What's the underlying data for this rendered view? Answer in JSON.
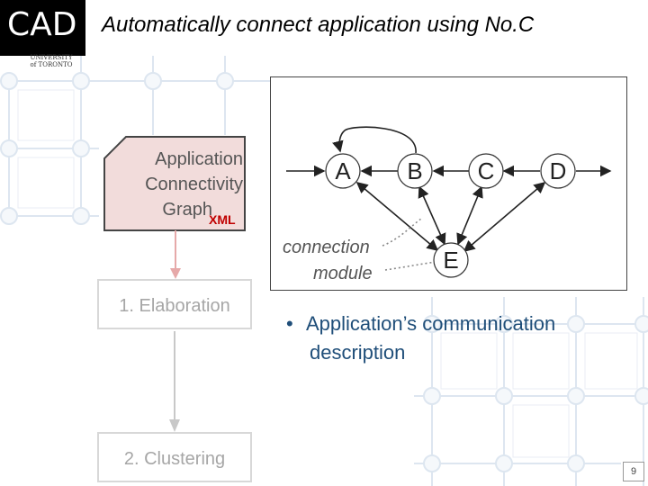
{
  "header": {
    "logo_text": "CAD",
    "university_line1": "UNIVERSITY",
    "university_line2": "of TORONTO",
    "title": "Automatically connect application using No.C"
  },
  "left_flow": {
    "document_lines": [
      "Application",
      "Connectivity",
      "Graph"
    ],
    "document_tag": "XML",
    "steps": [
      "1. Elaboration",
      "2. Clustering"
    ]
  },
  "diagram": {
    "nodes": [
      "A",
      "B",
      "C",
      "D",
      "E"
    ],
    "annotation_line1": "connection",
    "annotation_line2": "module"
  },
  "bullet": {
    "line1": "Application’s communication",
    "line2": "description"
  },
  "page_number": "9",
  "colors": {
    "title": "#000000",
    "bullet_text": "#1f4e79",
    "xml_tag": "#c00000",
    "document_fill": "#f2dcdb",
    "grid_lines": "#dde6f0",
    "step_text": "#a6a6a6"
  }
}
